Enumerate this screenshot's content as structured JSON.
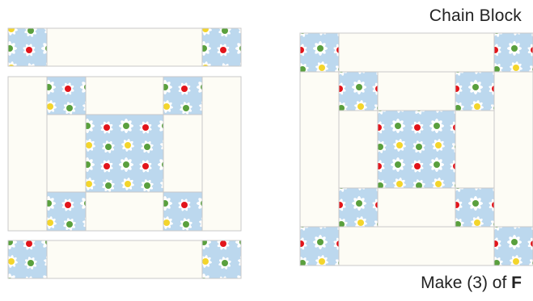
{
  "title": "Chain Block",
  "caption": {
    "text": "Make (3) of ",
    "letter": "F"
  },
  "colors": {
    "background_fabric": "#fdfcf5",
    "seam": "#c9c9c9",
    "floral_base": "#bcd8ee",
    "floral_light": "#dbeaf7",
    "petal": "#ffffff",
    "center_green": "#5aa03e",
    "center_red": "#e2151b",
    "center_yellow": "#f3d52c"
  },
  "patches": [
    "floral-square",
    "cream-rectangle",
    "floral-square"
  ]
}
